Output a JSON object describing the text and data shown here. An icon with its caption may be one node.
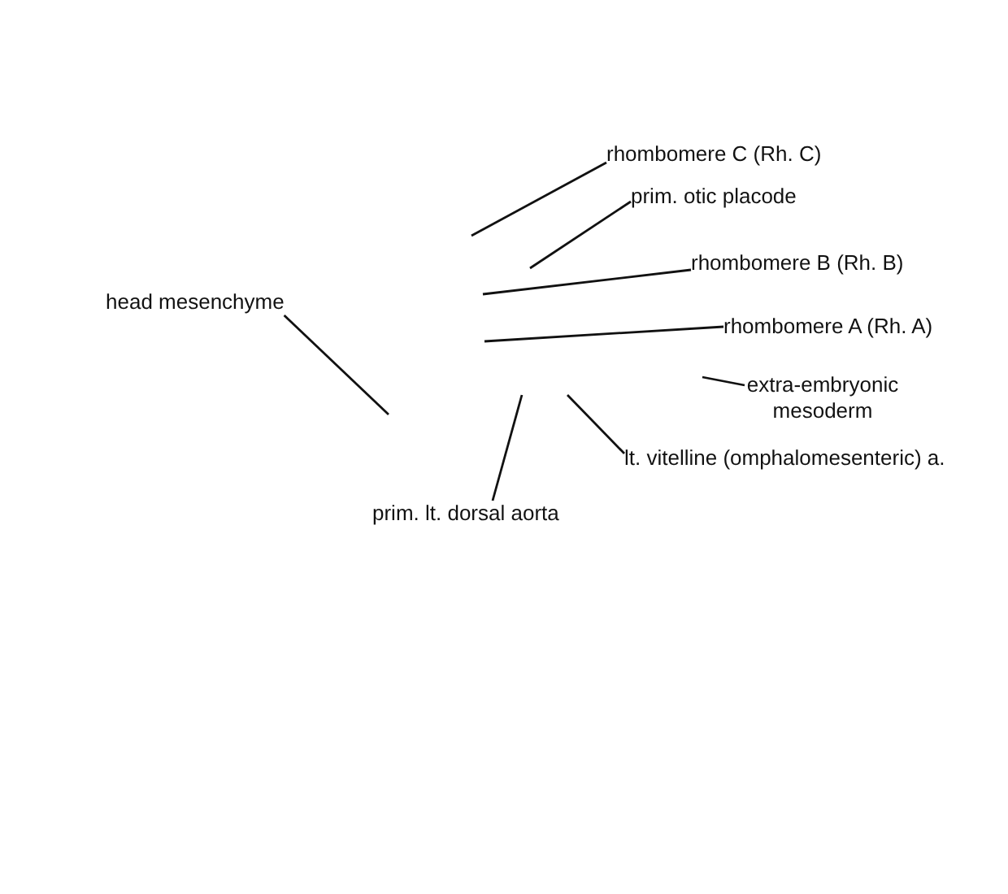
{
  "diagram": {
    "nodes": [
      {
        "text": [
          "rhombomere C (Rh. C)"
        ]
      },
      {
        "text": [
          "prim. otic placode"
        ]
      },
      {
        "text": [
          "rhombomere B (Rh. B)"
        ]
      },
      {
        "text": [
          "head mesenchyme"
        ]
      },
      {
        "text": [
          "rhombomere A (Rh. A)"
        ]
      },
      {
        "text": [
          "extra-embryonic mesoderm"
        ]
      },
      {
        "text": [
          "lt. vitelline (omphalomesenteric) a."
        ]
      },
      {
        "text": [
          "prim. lt. dorsal aorta"
        ]
      }
    ],
    "edges": [
      {
        "from": 0,
        "to": null,
        "arrow": "none"
      },
      {
        "from": 1,
        "to": null,
        "arrow": "none"
      },
      {
        "from": 2,
        "to": null,
        "arrow": "none"
      },
      {
        "from": 3,
        "to": null,
        "arrow": "none"
      },
      {
        "from": 4,
        "to": null,
        "arrow": "none"
      },
      {
        "from": 5,
        "to": null,
        "arrow": "none"
      },
      {
        "from": 6,
        "to": null,
        "arrow": "none"
      },
      {
        "from": 7,
        "to": null,
        "arrow": "none"
      }
    ]
  }
}
